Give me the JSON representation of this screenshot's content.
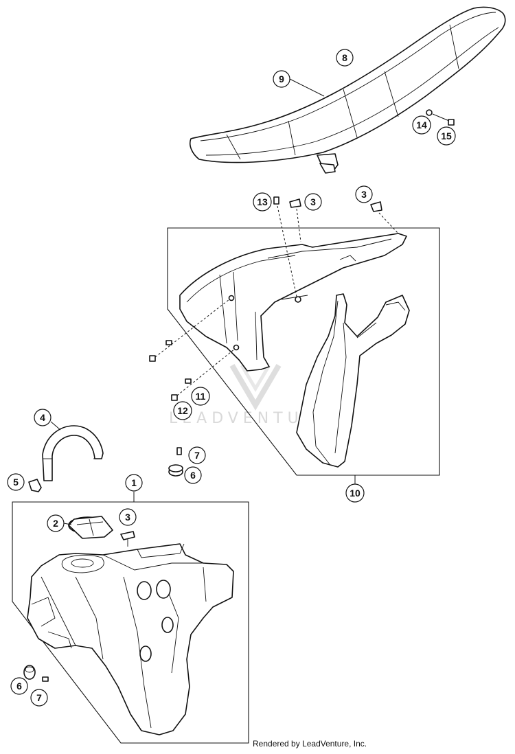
{
  "watermark": "LEADVENTURE",
  "footer": "Rendered by LeadVenture, Inc.",
  "callouts": [
    {
      "id": "c8",
      "label": "8"
    },
    {
      "id": "c9",
      "label": "9"
    },
    {
      "id": "c14",
      "label": "14"
    },
    {
      "id": "c15",
      "label": "15"
    },
    {
      "id": "c13",
      "label": "13"
    },
    {
      "id": "c3a",
      "label": "3"
    },
    {
      "id": "c3b",
      "label": "3"
    },
    {
      "id": "c11",
      "label": "11"
    },
    {
      "id": "c12",
      "label": "12"
    },
    {
      "id": "c10",
      "label": "10"
    },
    {
      "id": "c4",
      "label": "4"
    },
    {
      "id": "c5",
      "label": "5"
    },
    {
      "id": "c7a",
      "label": "7"
    },
    {
      "id": "c6a",
      "label": "6"
    },
    {
      "id": "c1",
      "label": "1"
    },
    {
      "id": "c2",
      "label": "2"
    },
    {
      "id": "c3c",
      "label": "3"
    },
    {
      "id": "c6b",
      "label": "6"
    },
    {
      "id": "c7b",
      "label": "7"
    }
  ]
}
